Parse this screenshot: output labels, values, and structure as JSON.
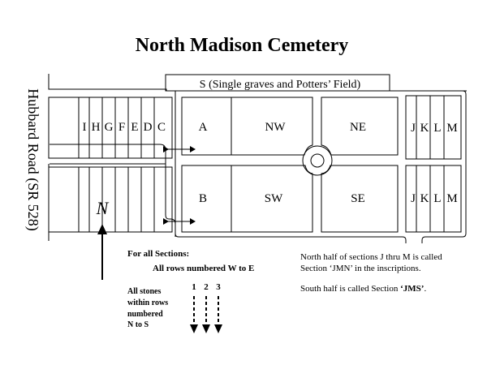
{
  "title": "North Madison Cemetery",
  "road_label": "Hubbard Road (SR 528)",
  "section_s_label": "S (Single graves and Potters’ Field)",
  "west_sections_north": [
    "I",
    "H",
    "G",
    "F",
    "E",
    "D",
    "C"
  ],
  "section_a": "A",
  "section_nw": "NW",
  "section_ne": "NE",
  "section_b": "B",
  "section_sw": "SW",
  "section_se": "SE",
  "east_sections_north": [
    "J",
    "K",
    "L",
    "M"
  ],
  "east_sections_south": [
    "J",
    "K",
    "L",
    "M"
  ],
  "north_symbol": "N",
  "notes": {
    "heading": "For all Sections:",
    "rows_rule": "All rows numbered W to E",
    "stones_rule_lines": [
      "All stones",
      "within rows",
      "numbered",
      "N to S"
    ],
    "row_numbers": [
      "1",
      "2",
      "3"
    ],
    "jmn_lines": [
      "North half of sections J thru M is called",
      "Section ‘JMN’ in the inscriptions."
    ],
    "jms_prefix": "South half is called Section ",
    "jms_code": "‘JMS’",
    "jms_suffix": "."
  }
}
